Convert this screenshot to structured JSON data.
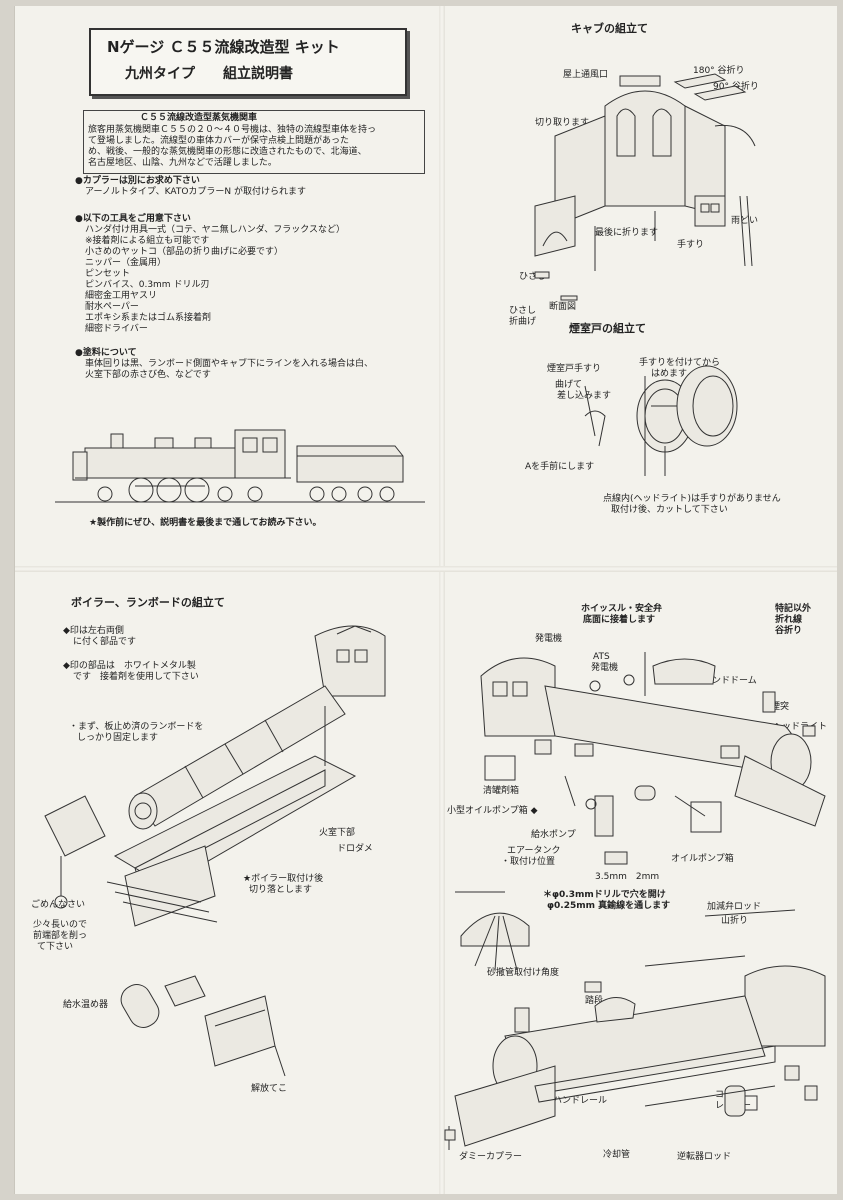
{
  "header": {
    "title_line1": "Nゲージ Ｃ５５流線改造型 キット",
    "title_line2": "九州タイプ　　組立説明書"
  },
  "intro": {
    "heading": "Ｃ５５流線改造型蒸気機関車",
    "lines": [
      "旅客用蒸気機関車Ｃ５５の２０～４０号機は、独特の流線型車体を持っ",
      "て登場しました。流線型の車体カバーが保守点検上問題があった",
      "め、戦後、一般的な蒸気機関車の形態に改造されたもので、北海道、",
      "名古屋地区、山陰、九州などで活躍しました。"
    ]
  },
  "notes": [
    {
      "heading": "●カプラーは別にお求め下さい",
      "lines": [
        "アーノルトタイプ、KATOカプラーN が取付けられます"
      ]
    },
    {
      "heading": "●以下の工具をご用意下さい",
      "lines": [
        "ハンダ付け用具一式（コテ、ヤニ無しハンダ、フラックスなど）",
        "※接着剤による組立も可能です",
        "小さめのヤットコ（部品の折り曲げに必要です）",
        "ニッパー（金属用）",
        "ピンセット",
        "ピンバイス、0.3mm ドリル刃",
        "細密金工用ヤスリ",
        "耐水ペーパー",
        "エポキシ系またはゴム系接着剤",
        "細密ドライバー"
      ]
    },
    {
      "heading": "●塗料について",
      "lines": [
        "車体回りは黒、ランボード側面やキャブ下にラインを入れる場合は白、",
        "火室下部の赤さび色、などです"
      ]
    }
  ],
  "footer_note": "★製作前にぜひ、説明書を最後まで通してお読み下さい。",
  "cab": {
    "title": "キャブの組立て",
    "labels": [
      "屋上通風口",
      "180° 谷折り",
      "90° 谷折り",
      "切り取ります",
      "最後に折ります",
      "雨どい",
      "手すり",
      "ひさし",
      "ひさし",
      "折曲げ",
      "断面図"
    ]
  },
  "smokebox": {
    "title": "煙室戸の組立て",
    "labels": [
      "煙室戸手すり",
      "手すりを付けてから",
      "はめます",
      "曲げて",
      "差し込みます",
      "Aを手前にします",
      "点線内(ヘッドライト)は手すりがありません",
      "取付け後、カットして下さい"
    ]
  },
  "boiler": {
    "title": "ボイラー、ランボードの組立て",
    "notes": [
      "◆印は左右両側",
      "に付く部品です",
      "◆印の部品は　ホワイトメタル製",
      "です　接着剤を使用して下さい"
    ],
    "labels": [
      "・まず、板止め済のランボードを",
      "しっかり固定します",
      "火室下部",
      "ドロダメ",
      "★ボイラー取付け後",
      "切り落とします",
      "ごめんなさい",
      "少々長いので",
      "前端部を削っ",
      "て下さい",
      "給水温め器",
      "解放てこ"
    ]
  },
  "parts": {
    "labels": [
      "ホイッスル・安全弁",
      "底面に接着します",
      "特記以外",
      "折れ線",
      "谷折り",
      "発電機",
      "ATS",
      "発電機",
      "サンドドーム",
      "煙突",
      "ヘッドライト",
      "清罐剤箱",
      "小型オイルポンプ箱 ◆",
      "給水ポンプ",
      "エアータンク",
      "・取付け位置",
      "3.5mm　2mm",
      "オイルポンプ箱"
    ]
  },
  "final": {
    "labels": [
      "＊φ0.3mmドリルで穴を開け",
      "φ0.25mm 真鍮線を通します",
      "加減弁ロッド",
      "山折り",
      "砂撒管取付け角度",
      "踏段",
      "ハンドレール",
      "コンプ",
      "レッサー",
      "ダミーカプラー",
      "冷却管",
      "逆転器ロッド"
    ]
  }
}
